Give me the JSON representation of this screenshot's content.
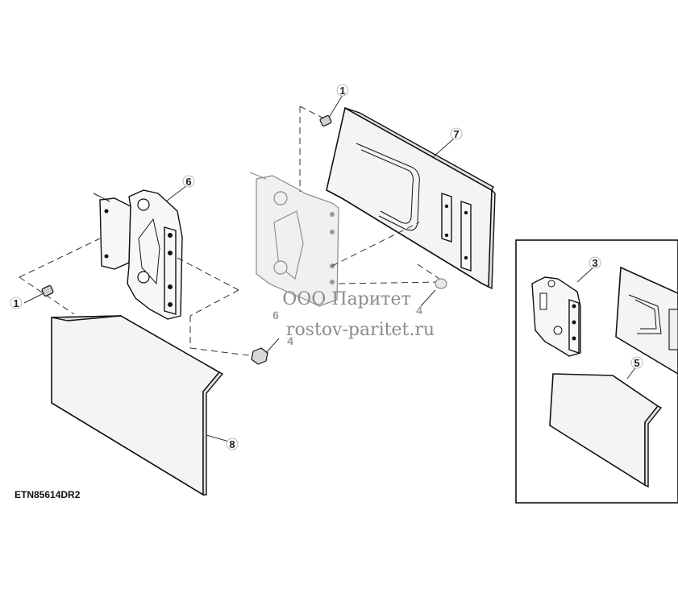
{
  "reference_code": "ETN85614DR2",
  "watermark": {
    "line1": "ООО Паритет",
    "line2": "rostov-paritet.ru"
  },
  "callouts": {
    "c1_top": "1",
    "c7": "7",
    "c6_left": "6",
    "c6_center": "6",
    "c4_right": "4",
    "c4_center": "4",
    "c1_left": "1",
    "c8": "8",
    "c3_inset": "3",
    "c5_inset": "5"
  }
}
